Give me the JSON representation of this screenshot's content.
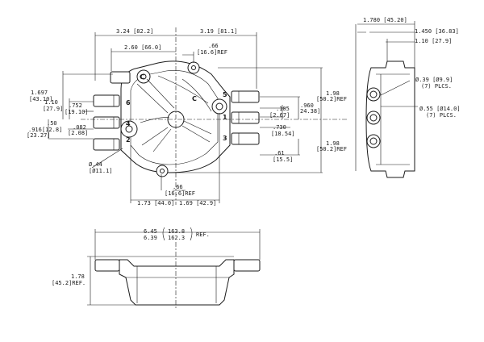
{
  "dims": {
    "d_324": "3.24 [82.2]",
    "d_319": "3.19 [81.1]",
    "d_260": "2.60 [66.0]",
    "d_66_top": ".66",
    "d_66_top_mm": "[16.6]REF",
    "d_1697": "1.697",
    "d_1697_mm": "[43.10]",
    "d_110": "1.10",
    "d_110_mm": "[27.9]",
    "d_752": ".752",
    "d_752_mm": "[19.10]",
    "d_50": ".50",
    "d_50_mm": "[12.8]",
    "d_916": ".916",
    "d_916_mm": "[23.27]",
    "d_082": ".082",
    "d_082_mm": "[2.08]",
    "d_105": ".105",
    "d_105_mm": "[2.67]",
    "d_960": ".960",
    "d_960_mm": "24.38]",
    "d_730": ".730",
    "d_730_mm": "[18.54]",
    "d_61": ".61",
    "d_61_mm": "[15.5]",
    "d_198a": "1.98",
    "d_198a_mm": "[50.2]REF",
    "d_198b": "1.98",
    "d_198b_mm": "[50.2]REF",
    "d_044": "Ø.44",
    "d_044_mm": "[Ø11.1]",
    "d_66_bot": ".66",
    "d_66_bot_mm": "[16.6]REF",
    "d_173": "1.73 [44.0]",
    "d_169": "1.69 [42.9]",
    "d_1780": "1.780 [45.20]",
    "d_1450": "1.450 [36.83]",
    "d_110_side": "1.10 [27.9]",
    "d_039": "Ø.39 [Ø9.9]",
    "d_039_n": "(7) PLCS.",
    "d_055": "Ø.55 [Ø14.0]",
    "d_055_n": "(7) PLCS.",
    "d_645": "6.45",
    "d_639": "6.39",
    "d_1638": "163.8",
    "d_1623": "162.3",
    "d_ref": "REF.",
    "d_178": "1.78",
    "d_178_mm": "[45.2]REF."
  },
  "labels": {
    "c1": "C",
    "c2": "C",
    "n6": "6",
    "n4": "4",
    "n2": "2",
    "n5": "5",
    "n1": "1",
    "n3": "3"
  }
}
